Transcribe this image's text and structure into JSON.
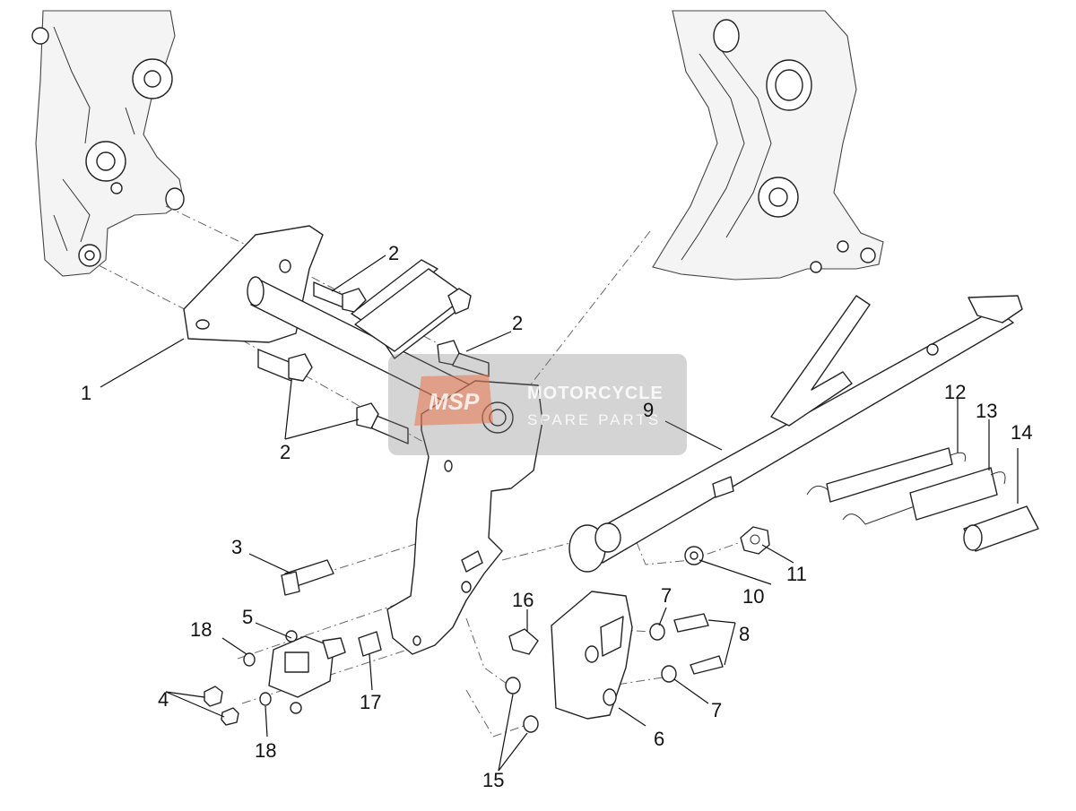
{
  "diagram": {
    "callouts": [
      {
        "id": "c1",
        "label": "1"
      },
      {
        "id": "c2a",
        "label": "2"
      },
      {
        "id": "c2b",
        "label": "2"
      },
      {
        "id": "c2c",
        "label": "2"
      },
      {
        "id": "c3",
        "label": "3"
      },
      {
        "id": "c4",
        "label": "4"
      },
      {
        "id": "c5",
        "label": "5"
      },
      {
        "id": "c6",
        "label": "6"
      },
      {
        "id": "c7a",
        "label": "7"
      },
      {
        "id": "c7b",
        "label": "7"
      },
      {
        "id": "c8",
        "label": "8"
      },
      {
        "id": "c9",
        "label": "9"
      },
      {
        "id": "c10",
        "label": "10"
      },
      {
        "id": "c11",
        "label": "11"
      },
      {
        "id": "c12",
        "label": "12"
      },
      {
        "id": "c13",
        "label": "13"
      },
      {
        "id": "c14",
        "label": "14"
      },
      {
        "id": "c15",
        "label": "15"
      },
      {
        "id": "c16",
        "label": "16"
      },
      {
        "id": "c17",
        "label": "17"
      },
      {
        "id": "c18a",
        "label": "18"
      },
      {
        "id": "c18b",
        "label": "18"
      }
    ]
  },
  "watermark": {
    "logo_text": "MSP",
    "line1": "MOTORCYCLE",
    "line2": "SPARE PARTS",
    "box_color": "#7a7a7a",
    "logo_color": "#e8734a"
  }
}
